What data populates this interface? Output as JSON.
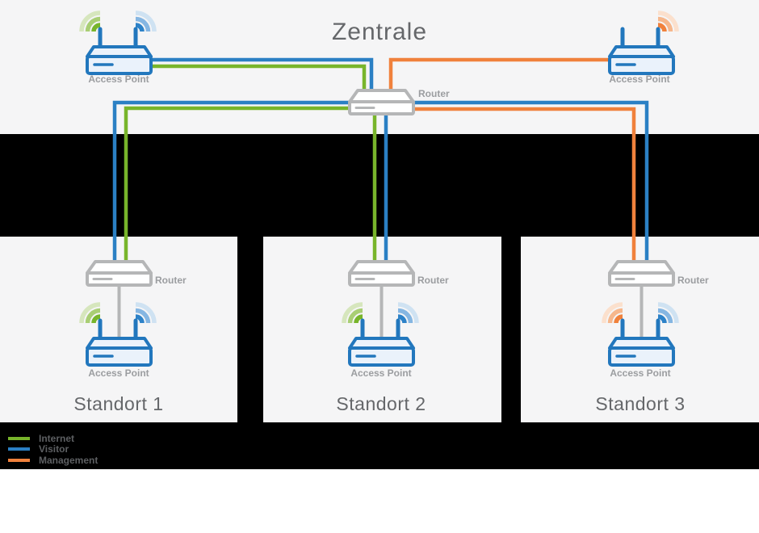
{
  "zentrale": {
    "title": "Zentrale",
    "router_label": "Router",
    "ap_left_label": "Access Point",
    "ap_right_label": "Access Point"
  },
  "sites": [
    {
      "name": "Standort 1",
      "router_label": "Router",
      "ap_label": "Access Point"
    },
    {
      "name": "Standort 2",
      "router_label": "Router",
      "ap_label": "Access Point"
    },
    {
      "name": "Standort 3",
      "router_label": "Router",
      "ap_label": "Access Point"
    }
  ],
  "legend": {
    "items": [
      {
        "label": "Internet",
        "color": "#78b52b"
      },
      {
        "label": "Visitor",
        "color": "#2b80c4"
      },
      {
        "label": "Management",
        "color": "#f0813c"
      }
    ]
  },
  "colors": {
    "background_band": "#000000",
    "panel": "#f5f5f6",
    "device_blue": "#2277bd",
    "device_gray": "#b5b6b7"
  }
}
